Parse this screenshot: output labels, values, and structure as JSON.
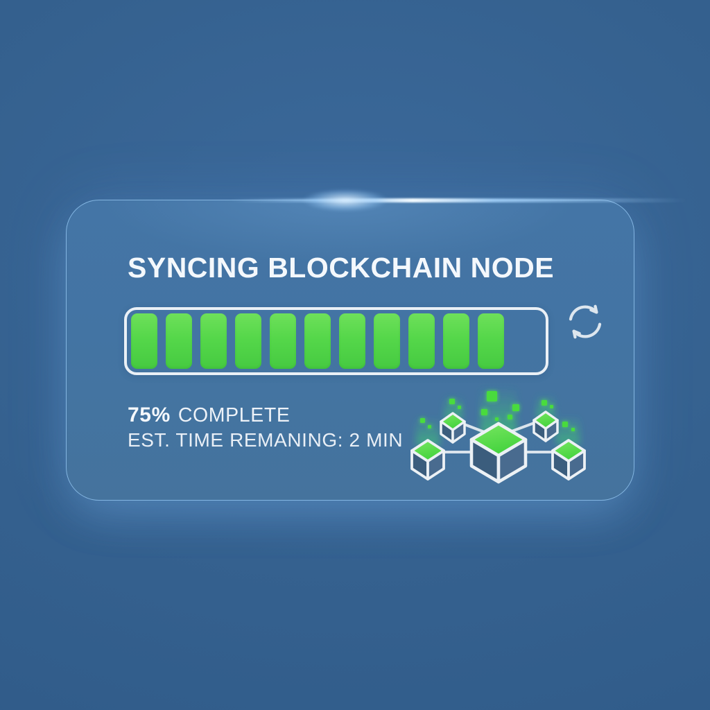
{
  "card": {
    "title": "SYNCING BLOCKCHAIN NODE",
    "progress_bar": {
      "percent_complete": 75,
      "segments_filled": 11,
      "segments_capacity": 12
    },
    "status_line_1": {
      "percent": "75%",
      "label": "COMPLETE"
    },
    "status_line_2": "EST. TIME REMANING: 2 MIN",
    "icons": {
      "sync_icon": "circular-sync-arrows",
      "blockchain_icon": "blockchain-network-cubes"
    }
  },
  "colors": {
    "background": "#35618f",
    "card_background": "#4374a3",
    "card_border": "#8ec1ec",
    "bar_border": "#eaf0f6",
    "segment_green_light": "#6ee05a",
    "segment_green_dark": "#46ca41",
    "cube_green": "#52d944",
    "cube_blue_dark": "#3b5d7d",
    "cube_blue_light": "#496b8f",
    "text_white": "#f4f8fc"
  }
}
